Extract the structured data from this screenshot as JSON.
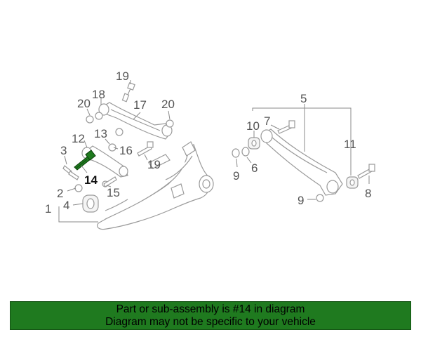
{
  "diagram": {
    "callouts": [
      "19",
      "18",
      "17",
      "20",
      "20",
      "13",
      "12",
      "16",
      "3",
      "14",
      "19",
      "2",
      "15",
      "1",
      "4",
      "5",
      "7",
      "10",
      "11",
      "9",
      "6",
      "8",
      "9"
    ],
    "highlighted_part": "14",
    "colors": {
      "highlight_part": "#1e7a1e",
      "linework": "#9a9a9a"
    }
  },
  "banner": {
    "line1": "Part or sub-assembly is #14 in diagram",
    "line2": "Diagram may not be specific to your vehicle",
    "background": "#1f7a1f"
  }
}
